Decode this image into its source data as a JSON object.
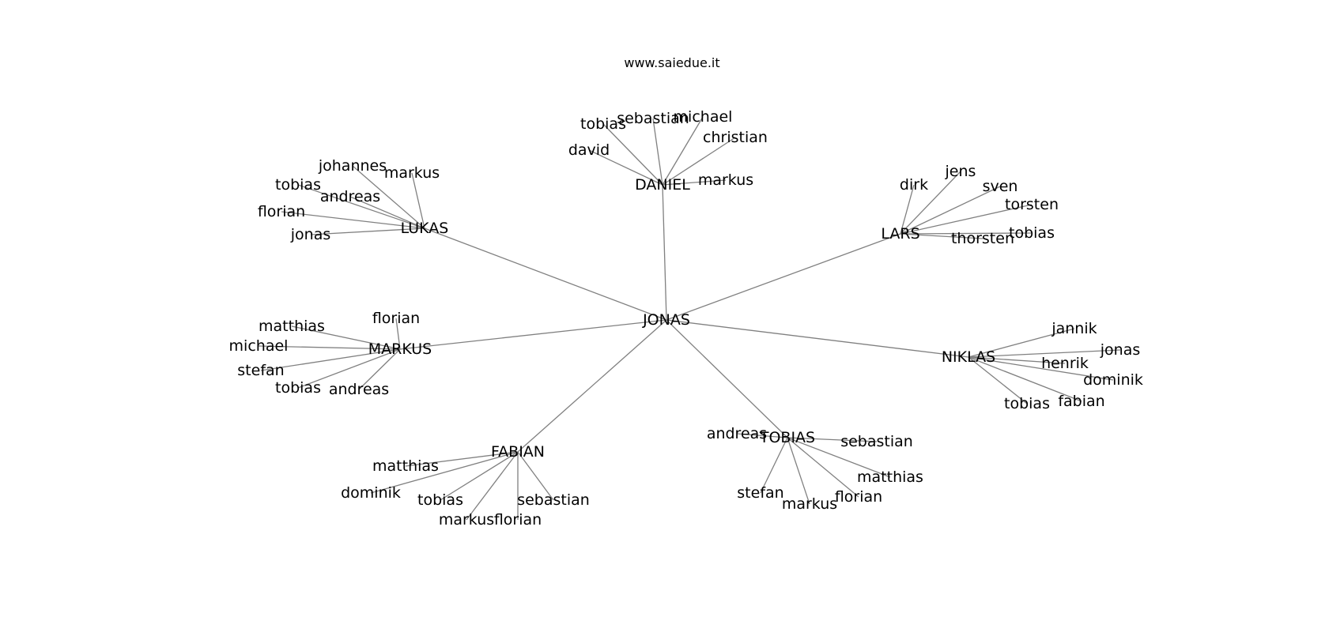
{
  "watermark": "www.saiedue.it",
  "root": "JONAS",
  "groups": [
    {
      "hub": "DANIEL",
      "leaves": [
        "david",
        "tobias",
        "sebastian",
        "michael",
        "christian",
        "markus"
      ]
    },
    {
      "hub": "LUKAS",
      "leaves": [
        "johannes",
        "markus",
        "tobias",
        "andreas",
        "florian",
        "jonas"
      ]
    },
    {
      "hub": "LARS",
      "leaves": [
        "dirk",
        "jens",
        "sven",
        "torsten",
        "tobias",
        "thorsten"
      ]
    },
    {
      "hub": "MARKUS",
      "leaves": [
        "florian",
        "matthias",
        "michael",
        "stefan",
        "tobias",
        "andreas"
      ]
    },
    {
      "hub": "NIKLAS",
      "leaves": [
        "jannik",
        "jonas",
        "henrik",
        "dominik",
        "fabian",
        "tobias"
      ]
    },
    {
      "hub": "FABIAN",
      "leaves": [
        "matthias",
        "dominik",
        "tobias",
        "markus",
        "florian",
        "sebastian"
      ]
    },
    {
      "hub": "TOBIAS",
      "leaves": [
        "andreas",
        "sebastian",
        "matthias",
        "florian",
        "markus",
        "stefan"
      ]
    }
  ]
}
